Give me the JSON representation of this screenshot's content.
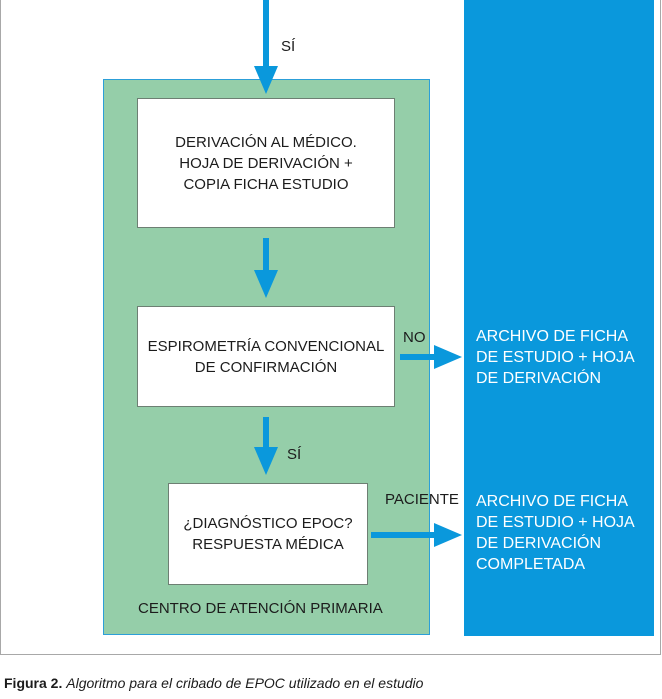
{
  "boxes": {
    "derivacion": "DERIVACIÓN AL MÉDICO.\nHOJA DE DERIVACIÓN +\nCOPIA FICHA ESTUDIO",
    "espirometria": "ESPIROMETRÍA CONVENCIONAL\nDE CONFIRMACIÓN",
    "diagnostico": "¿DIAGNÓSTICO EPOC?\nRESPUESTA MÉDICA"
  },
  "labels": {
    "si_top": "SÍ",
    "no": "NO",
    "si_mid": "SÍ",
    "paciente": "PACIENTE",
    "centro": "CENTRO DE ATENCIÓN PRIMARIA"
  },
  "side": {
    "archivo1": "ARCHIVO DE FICHA\nDE ESTUDIO + HOJA\nDE DERIVACIÓN",
    "archivo2": "ARCHIVO DE FICHA\nDE ESTUDIO + HOJA\nDE DERIVACIÓN\nCOMPLETADA"
  },
  "caption": {
    "figure": "Figura 2.",
    "text": "Algoritmo para el cribado de EPOC utilizado en el estudio"
  },
  "colors": {
    "arrow": "#0a98dc",
    "side_panel": "#0a98dc",
    "green_area": "#95cea9"
  }
}
